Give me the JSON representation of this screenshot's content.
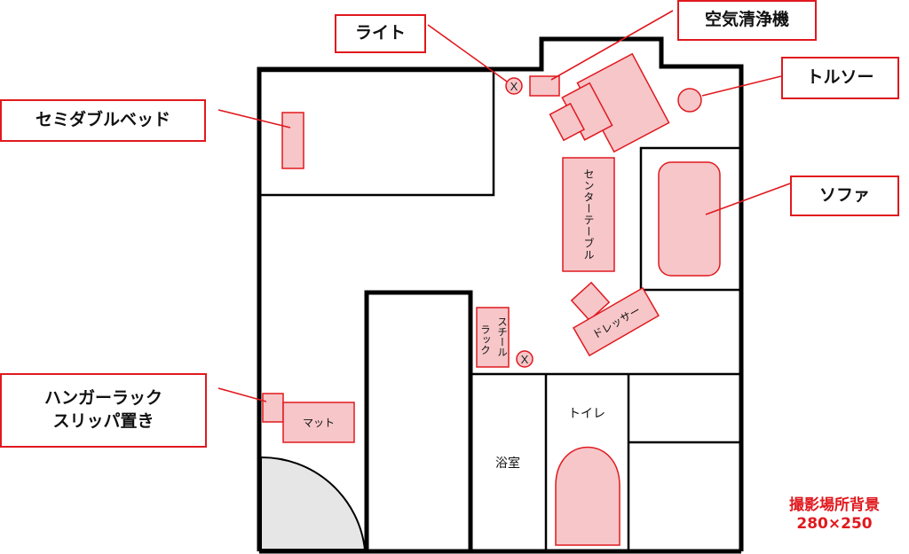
{
  "callouts": {
    "light": "ライト",
    "air_purifier": "空気清浄機",
    "torso": "トルソー",
    "sofa": "ソファ",
    "semi_double_bed": "セミダブルベッド",
    "hanger_rack": "ハンガーラック\nスリッパ置き"
  },
  "furniture": {
    "center_table": "センターテーブル",
    "steel_rack": "スチールラック",
    "dresser": "ドレッサー",
    "mat": "マット",
    "bathroom": "浴室",
    "toilet": "トイレ"
  },
  "light_symbol": "X",
  "note": {
    "line1": "撮影場所背景",
    "line2": "280×250"
  },
  "colors": {
    "accent": "#e0191e",
    "furniture_fill": "#f6c6c9",
    "wall": "#000000",
    "door_swing": "#e6e6e6"
  }
}
